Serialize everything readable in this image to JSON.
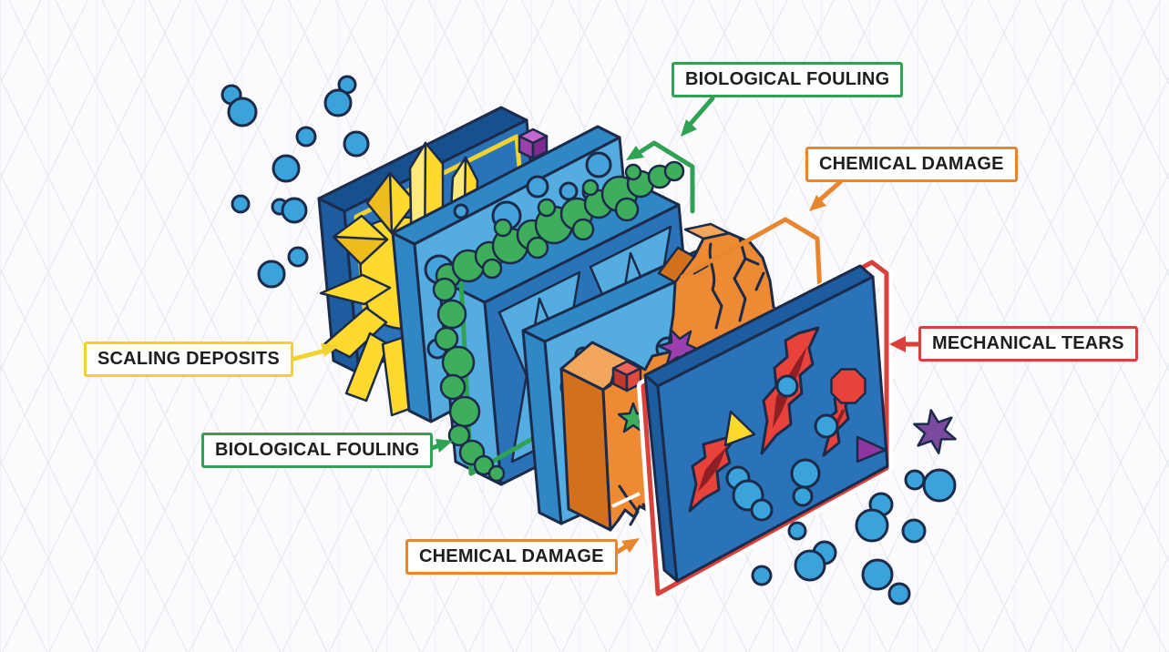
{
  "colors": {
    "bg": "#fbfbfd",
    "grid": "#e6e9f0",
    "grid2": "#f0f2f6",
    "ink": "#1c2b4a",
    "text": "#1e1e1e",
    "blue_dark": "#2b73b9",
    "blue_darker": "#1d5c9e",
    "blue_deep": "#17508e",
    "blue_light": "#55ace0",
    "blue_mid": "#2f87c6",
    "pore": "#46a2da",
    "bubble": "#3ba3dc",
    "green": "#2fa254",
    "fouling": "#3fae5c",
    "yellow": "#f2d230",
    "crystal": "#ffd92e",
    "crystal_light": "#ffe97a",
    "crystal_dark": "#eebc1e",
    "orange": "#e8862f",
    "orange_panel": "#ed8a33",
    "orange_dark": "#d2701c",
    "orange_light": "#f3a75c",
    "red": "#d8423b",
    "tear": "#e8423a",
    "tear_dark": "#8e1f24",
    "purple": "#9c3fae",
    "purple_dark": "#7c2c8e",
    "purple_light": "#c468ce"
  },
  "labels": {
    "bio_top": {
      "text": "BIOLOGICAL FOULING",
      "color": "green"
    },
    "chem_top": {
      "text": "CHEMICAL DAMAGE",
      "color": "orange"
    },
    "mech": {
      "text": "MECHANICAL TEARS",
      "color": "red"
    },
    "scaling": {
      "text": "SCALING DEPOSITS",
      "color": "yellow"
    },
    "bio_lower": {
      "text": "BIOLOGICAL FOULING",
      "color": "green"
    },
    "chem_lower": {
      "text": "CHEMICAL DAMAGE",
      "color": "orange"
    }
  },
  "layers": [
    {
      "id": "layer-1",
      "issue": "scaling-deposits",
      "panel_color": "#2b73b9",
      "highlight": "#f2d230"
    },
    {
      "id": "layer-2",
      "issue": "none",
      "panel_color": "#55ace0"
    },
    {
      "id": "layer-3",
      "issue": "biological-fouling",
      "panel_color": "#2b73b9",
      "highlight": "#2fa254"
    },
    {
      "id": "layer-4",
      "issue": "none",
      "panel_color": "#55ace0"
    },
    {
      "id": "layer-5",
      "issue": "chemical-damage",
      "panel_color": "#ed8a33",
      "highlight": "#e8862f"
    },
    {
      "id": "layer-6",
      "issue": "mechanical-tears",
      "panel_color": "#2b73b9",
      "highlight": "#d8423b"
    }
  ]
}
